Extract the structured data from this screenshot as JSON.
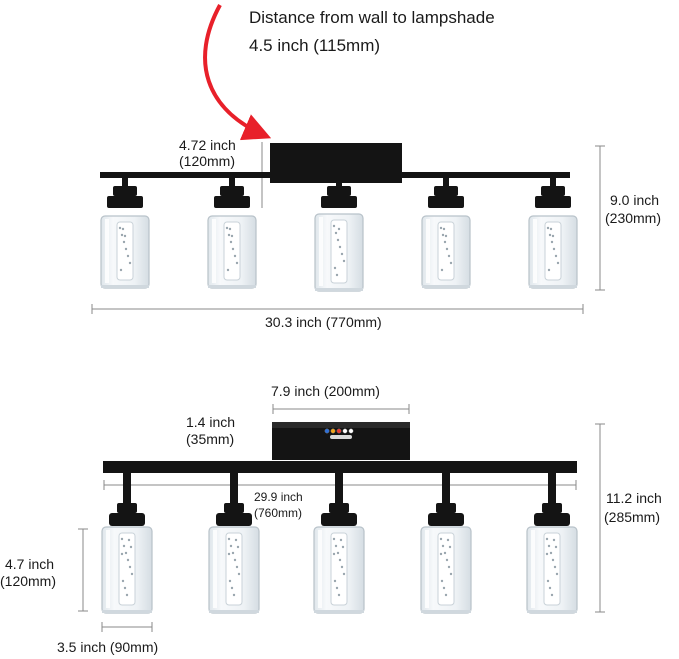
{
  "callout": {
    "title": "Distance from wall to lampshade",
    "value": "4.5 inch (115mm)",
    "arrow_color": "#e8202a"
  },
  "front_view": {
    "backplate_height": {
      "in": "4.72 inch",
      "mm": "(120mm)"
    },
    "total_height": {
      "in": "9.0 inch",
      "mm": "(230mm)"
    },
    "total_width": "30.3 inch (770mm)",
    "shade_count": 5
  },
  "side_view": {
    "backplate_width": "7.9 inch (200mm)",
    "backplate_depth": {
      "in": "1.4 inch",
      "mm": "(35mm)"
    },
    "bar_length": {
      "in": "29.9 inch",
      "mm": "(760mm)"
    },
    "total_height": {
      "in": "11.2 inch",
      "mm": "(285mm)"
    },
    "shade_height": {
      "in": "4.7 inch",
      "mm": "(120mm)"
    },
    "shade_diameter": "3.5 inch (90mm)",
    "indicator_colors": [
      "#2f6fd6",
      "#f2a51a",
      "#e83a2e",
      "#ffffff",
      "#ffffff"
    ]
  },
  "colors": {
    "metal": "#141414",
    "glass": "#eef2f5",
    "glass_edge": "#b8c2c9",
    "dimension_line": "#8a8a8a"
  }
}
